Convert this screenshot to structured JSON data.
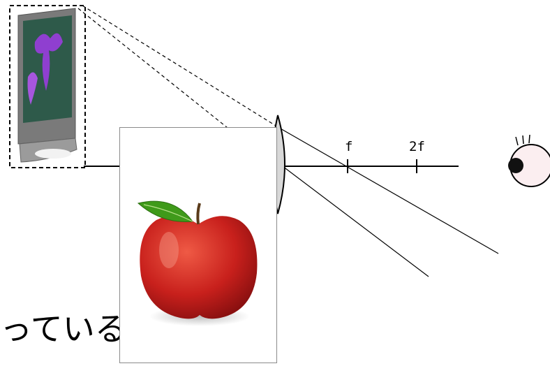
{
  "diagram": {
    "tick_labels": {
      "focal": "f",
      "double_focal": "2f"
    },
    "caption": "っている",
    "colors": {
      "ink": "#000000",
      "lens_fill": "#d8d8d8",
      "monitor_frame": "#6f6f6f",
      "monitor_screen": "#2e5a4a",
      "flower": "#8f3fd0",
      "apple_red": "#c8201c",
      "leaf": "#3f9a1a",
      "eye_pupil": "#111111",
      "eye_white": "#fbeef0"
    },
    "icons": [
      "monitor-icon",
      "eye-icon",
      "apple-image"
    ]
  }
}
